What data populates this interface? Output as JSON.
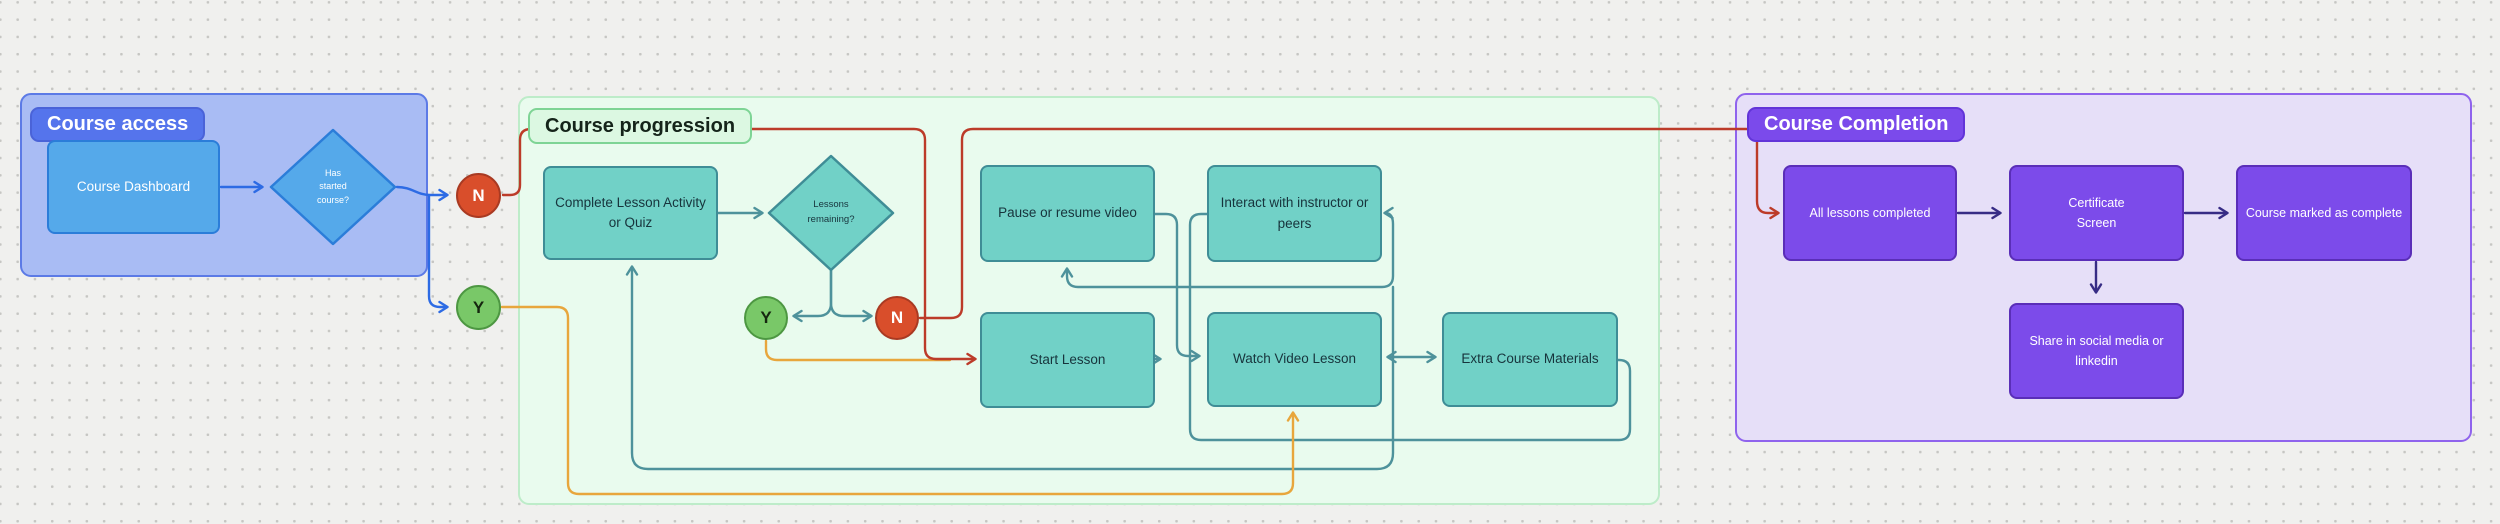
{
  "board": {
    "background": "#f0f0ee",
    "dot_color": "#c6c6c3",
    "sections": {
      "access": {
        "title": "Course access",
        "fill": "#a9bcf4",
        "border": "#5c7ae6",
        "label_fill": "#5574ec",
        "label_text_color": "#ffffff"
      },
      "progression": {
        "title": "Course progression",
        "fill": "#e9fbee",
        "border": "#bdecc9",
        "label_fill": "#dcf8e2",
        "label_border": "#7ed495",
        "label_text_color": "#15241a"
      },
      "completion": {
        "title": "Course Completion",
        "fill": "#e6dff8",
        "border": "#8f63ed",
        "label_fill": "#7b4aeb",
        "label_text_color": "#ffffff"
      }
    },
    "nodes": {
      "dashboard": {
        "label": "Course Dashboard",
        "shape": "rect",
        "color": "blue"
      },
      "has_started": {
        "label": "Has\nstarted\ncourse?",
        "shape": "diamond",
        "color": "blue"
      },
      "n1": {
        "label": "N",
        "shape": "circle",
        "color": "red"
      },
      "y1": {
        "label": "Y",
        "shape": "circle",
        "color": "green"
      },
      "complete_activity": {
        "label": "Complete Lesson Activity or Quiz",
        "shape": "rect",
        "color": "teal"
      },
      "lessons_remaining": {
        "label": "Lessons\nremaining?",
        "shape": "diamond",
        "color": "teal"
      },
      "y2": {
        "label": "Y",
        "shape": "circle",
        "color": "green"
      },
      "n2": {
        "label": "N",
        "shape": "circle",
        "color": "red"
      },
      "pause_resume": {
        "label": "Pause or resume video",
        "shape": "rect",
        "color": "teal"
      },
      "interact": {
        "label": "Interact with instructor or peers",
        "shape": "rect",
        "color": "teal"
      },
      "start_lesson": {
        "label": "Start Lesson",
        "shape": "rect",
        "color": "teal"
      },
      "watch_video": {
        "label": "Watch Video Lesson",
        "shape": "rect",
        "color": "teal"
      },
      "extra_materials": {
        "label": "Extra Course Materials",
        "shape": "rect",
        "color": "teal"
      },
      "all_lessons": {
        "label": "All lessons completed",
        "shape": "rect",
        "color": "purple"
      },
      "certificate": {
        "label": "Certificate\nScreen",
        "shape": "rect",
        "color": "purple"
      },
      "marked_complete": {
        "label": "Course marked as complete",
        "shape": "rect",
        "color": "purple"
      },
      "share_social": {
        "label": "Share in social media or linkedin",
        "shape": "rect",
        "color": "purple"
      }
    },
    "node_colors": {
      "blue_fill": "#55a9ea",
      "blue_border": "#2b7dd9",
      "teal_fill": "#71d1c7",
      "teal_border": "#3f8d96",
      "purple_fill": "#7c4bea",
      "purple_border": "#5a2eb8",
      "yes_fill": "#79c868",
      "yes_border": "#4d9742",
      "no_fill": "#d94e2b",
      "no_border": "#a93a22"
    },
    "connector_colors": {
      "red": "#bc3b29",
      "orange": "#e8a63c",
      "teal": "#4e929b",
      "blue": "#2d6be4",
      "purple": "#372c85"
    },
    "connections": [
      {
        "from": "dashboard",
        "to": "has_started",
        "color": "blue"
      },
      {
        "from": "has_started",
        "to": "n1",
        "color": "blue"
      },
      {
        "from": "has_started",
        "to": "y1",
        "color": "blue"
      },
      {
        "from": "n1",
        "to": "start_lesson",
        "color": "red"
      },
      {
        "from": "y1",
        "to": "watch_video",
        "color": "orange"
      },
      {
        "from": "complete_activity",
        "to": "lessons_remaining",
        "color": "teal"
      },
      {
        "from": "lessons_remaining",
        "to": "y2",
        "color": "teal"
      },
      {
        "from": "lessons_remaining",
        "to": "n2",
        "color": "teal"
      },
      {
        "from": "y2",
        "to": "start_lesson",
        "color": "orange"
      },
      {
        "from": "n2",
        "to": "all_lessons",
        "color": "red"
      },
      {
        "from": "start_lesson",
        "to": "watch_video",
        "color": "teal"
      },
      {
        "from": "pause_resume",
        "to": "watch_video",
        "color": "teal"
      },
      {
        "from": "watch_video",
        "to": "pause_resume",
        "color": "teal"
      },
      {
        "from": "watch_video",
        "to": "interact",
        "color": "teal"
      },
      {
        "from": "interact",
        "to": "extra_materials",
        "color": "teal"
      },
      {
        "from": "watch_video",
        "to": "extra_materials",
        "color": "teal"
      },
      {
        "from": "extra_materials",
        "to": "complete_activity",
        "color": "teal"
      },
      {
        "from": "all_lessons",
        "to": "certificate",
        "color": "purple"
      },
      {
        "from": "certificate",
        "to": "marked_complete",
        "color": "purple"
      },
      {
        "from": "certificate",
        "to": "share_social",
        "color": "purple"
      }
    ]
  }
}
